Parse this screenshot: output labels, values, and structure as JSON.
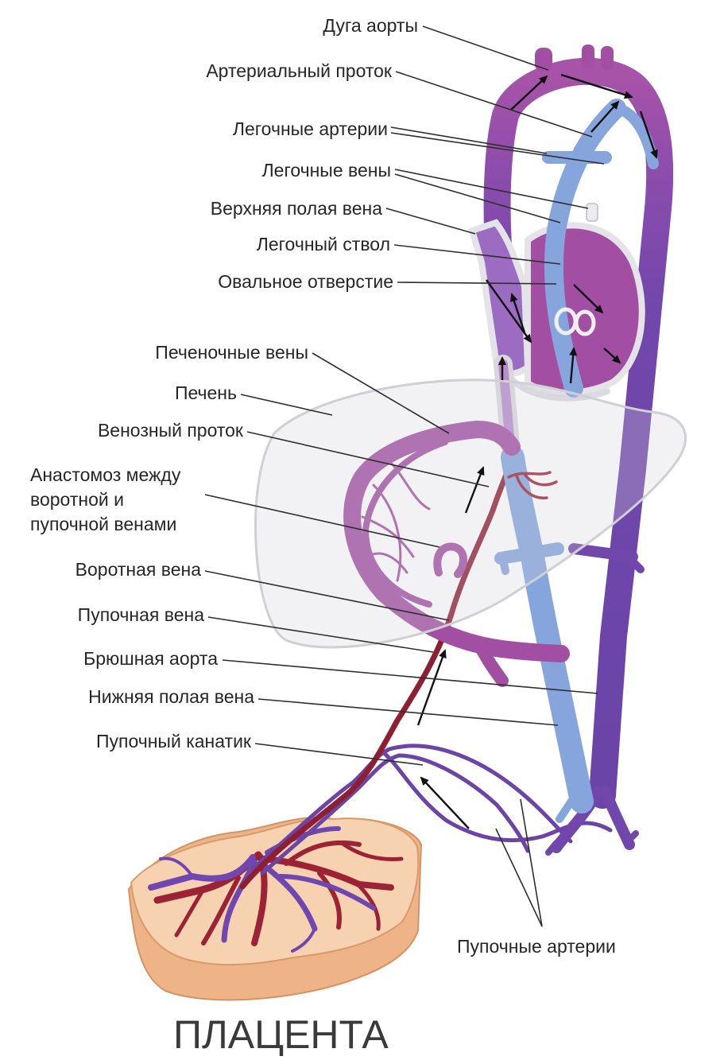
{
  "labels": {
    "aortic_arch": "Дуга аорты",
    "ductus_arteriosus": "Артериальный проток",
    "pulmonary_arteries": "Легочные артерии",
    "pulmonary_veins": "Легочные вены",
    "superior_vena_cava": "Верхняя полая вена",
    "pulmonary_trunk": "Легочный ствол",
    "foramen_ovale": "Овальное отверстие",
    "hepatic_veins": "Печеночные вены",
    "liver": "Печень",
    "ductus_venosus": "Венозный проток",
    "anastomosis": [
      "Анастомоз между",
      "воротной и",
      "пупочной венами"
    ],
    "portal_vein": "Воротная вена",
    "umbilical_vein": "Пупочная вена",
    "abdominal_aorta": "Брюшная аорта",
    "inferior_vena_cava": "Нижняя полая вена",
    "umbilical_cord": "Пупочный канатик",
    "umbilical_arteries": "Пупочные артерии",
    "placenta": "ПЛАЦЕНТА"
  },
  "colors": {
    "mixed": "#a24fa3",
    "venous": "#85a5dc",
    "aorta": "#7247ab",
    "umbilical_vein": "#8e1f32",
    "umbilical_artery": "#6b44a6",
    "placenta_top": "#f6d2b0",
    "placenta_side": "#eeb488",
    "liver_outline": "#cfcfd4"
  }
}
